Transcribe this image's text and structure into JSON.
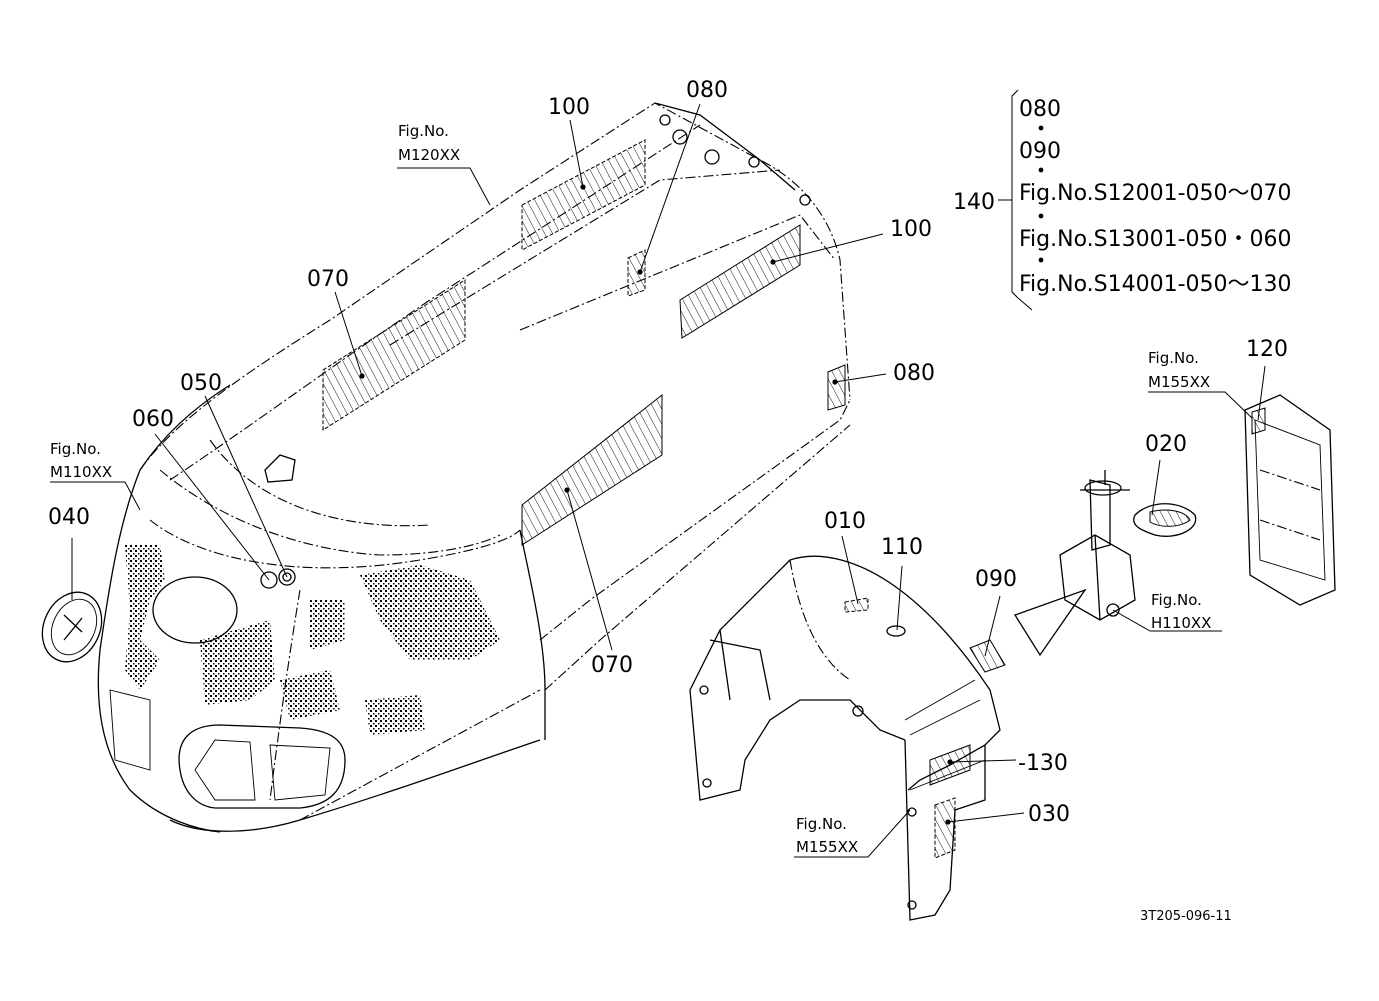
{
  "parts": {
    "p100a": "100",
    "p080a": "080",
    "p100b": "100",
    "p070a": "070",
    "p080b": "080",
    "p050": "050",
    "p060": "060",
    "p040": "040",
    "p070b": "070",
    "p010": "010",
    "p110": "110",
    "p090": "090",
    "p020": "020",
    "p120": "120",
    "p130": "-130",
    "p030": "030"
  },
  "figrefs": {
    "m120": {
      "line1": "Fig.No.",
      "line2": "M120XX"
    },
    "m110": {
      "line1": "Fig.No.",
      "line2": "M110XX"
    },
    "m155a": {
      "line1": "Fig.No.",
      "line2": "M155XX"
    },
    "h110": {
      "line1": "Fig.No.",
      "line2": "H110XX"
    },
    "m155b": {
      "line1": "Fig.No.",
      "line2": "M155XX"
    }
  },
  "kit": {
    "number": "140",
    "items": [
      "080",
      "090",
      "Fig.No.S12001-050～070",
      "Fig.No.S13001-050・060",
      "Fig.No.S14001-050～130"
    ]
  },
  "drawing_code": "3T205-096-11"
}
